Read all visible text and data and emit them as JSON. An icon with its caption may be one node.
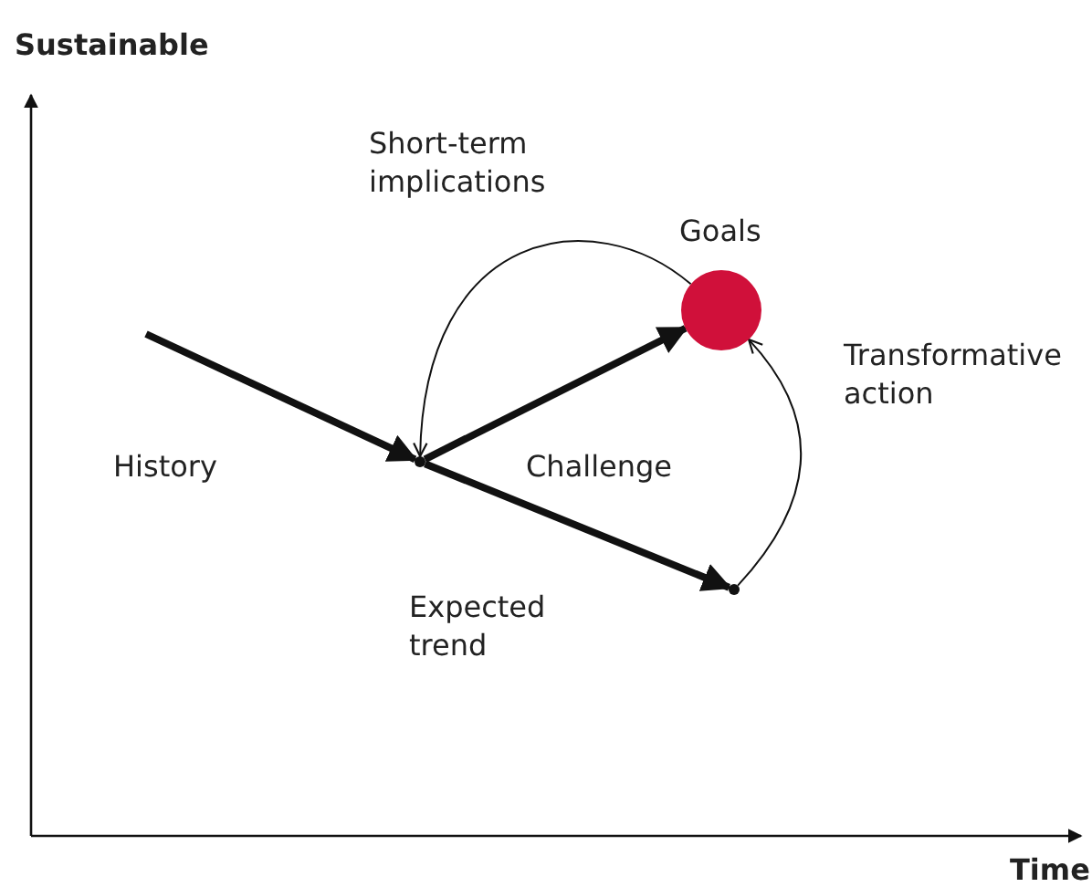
{
  "diagram": {
    "nodes": [
      {
        "text": [
          "Goals"
        ]
      },
      {
        "text": [],
        "shape": "point"
      },
      {
        "text": [],
        "shape": "point"
      }
    ],
    "edges": [
      {
        "from": null,
        "to": 1,
        "arrow": "to",
        "label": "History"
      },
      {
        "from": 1,
        "to": 0,
        "arrow": "to",
        "label": "Challenge"
      },
      {
        "from": 1,
        "to": 2,
        "arrow": "to",
        "label": "Expected trend"
      },
      {
        "from": 2,
        "to": 0,
        "arrow": "to",
        "label": "Transformative action"
      },
      {
        "from": 0,
        "to": 1,
        "arrow": "to",
        "label": "Short-term implications"
      }
    ],
    "labels": [
      "Sustainable",
      "Time"
    ]
  }
}
